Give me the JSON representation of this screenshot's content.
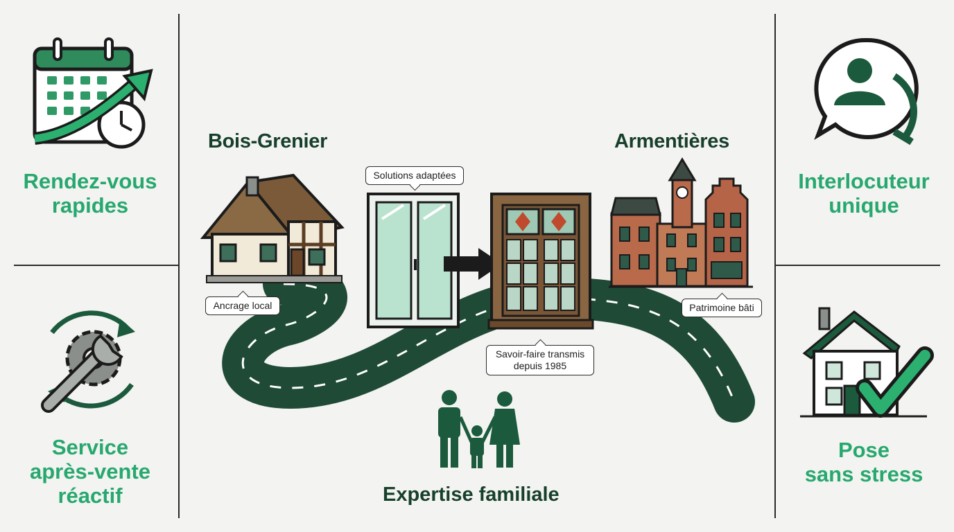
{
  "left_panel": {
    "top": {
      "title": "Rendez-vous\nrapides",
      "icon": "calendar-arrow-icon"
    },
    "bottom": {
      "title": "Service\naprès-vente\nréactif",
      "icon": "wrench-gear-icon"
    }
  },
  "right_panel": {
    "top": {
      "title": "Interlocuteur\nunique",
      "icon": "person-chat-icon"
    },
    "bottom": {
      "title": "Pose\nsans stress",
      "icon": "house-check-icon"
    }
  },
  "center": {
    "left_town": "Bois-Grenier",
    "right_town": "Armentières",
    "callouts": {
      "local": "Ancrage local",
      "solutions": "Solutions adaptées",
      "savoir": "Savoir-faire transmis\ndepuis 1985",
      "patrimoine": "Patrimoine bâti"
    },
    "bottom_title": "Expertise familiale"
  },
  "colors": {
    "accent_green": "#27a86e",
    "dark_green": "#173f2c",
    "road": "#1f4a36",
    "background": "#f3f3f1"
  }
}
